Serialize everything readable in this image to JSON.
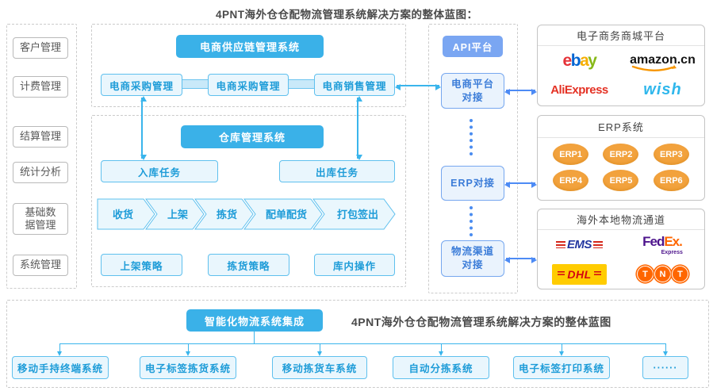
{
  "title": "4PNT海外仓仓配物流管理系统解决方案的整体蓝图：",
  "sidebar": {
    "items": [
      "客户管理",
      "计费管理",
      "结算管理",
      "统计分析",
      "基础数据管理",
      "系统管理"
    ]
  },
  "supply_chain": {
    "header": "电商供应链管理系统",
    "boxes": [
      "电商采购管理",
      "电商采购管理",
      "电商销售管理"
    ]
  },
  "warehouse": {
    "header": "仓库管理系统",
    "inbound": "入库任务",
    "outbound": "出库任务",
    "flow": [
      "收货",
      "上架",
      "拣货",
      "配单配货",
      "打包签出"
    ],
    "strategies": [
      "上架策略",
      "拣货策略",
      "库内操作"
    ]
  },
  "api": {
    "header": "API平台",
    "nodes": [
      "电商平台对接",
      "ERP对接",
      "物流渠道对接"
    ]
  },
  "platforms": {
    "header": "电子商务商城平台",
    "ebay": [
      "e",
      "b",
      "a",
      "y"
    ],
    "amazon": "amazon",
    "amazon_tld": ".cn",
    "aliexpress": "AliExpress",
    "wish": "wish"
  },
  "erp": {
    "header": "ERP系统",
    "items": [
      "ERP1",
      "ERP2",
      "ERP3",
      "ERP4",
      "ERP5",
      "ERP6"
    ]
  },
  "logistics": {
    "header": "海外本地物流通道",
    "ems": "EMS",
    "fedex_fed": "Fed",
    "fedex_ex": "Ex",
    "fedex_dot": ".",
    "fedex_sub": "Express",
    "dhl": "DHL",
    "tnt": [
      "T",
      "N",
      "T"
    ]
  },
  "integration": {
    "header": "智能化物流系统集成",
    "caption": "4PNT海外仓仓配物流管理系统解决方案的整体蓝图",
    "systems": [
      "移动手持终端系统",
      "电子标签拣货系统",
      "移动拣货车系统",
      "自动分拣系统",
      "电子标签打印系统",
      "······"
    ]
  },
  "colors": {
    "header_blue": "#3AB1E8",
    "api_header_blue": "#7AA6F2",
    "box_fill": "#E9F6FD",
    "box_border": "#5FC0EE",
    "box_text": "#1E9CD8",
    "api_box_text": "#3B7CD8",
    "arrow_cyan": "#3AB5EC",
    "arrow_blue": "#4D8BF5",
    "erp_orange": "#F2A23D",
    "dashed_border": "#CBCBCB"
  }
}
